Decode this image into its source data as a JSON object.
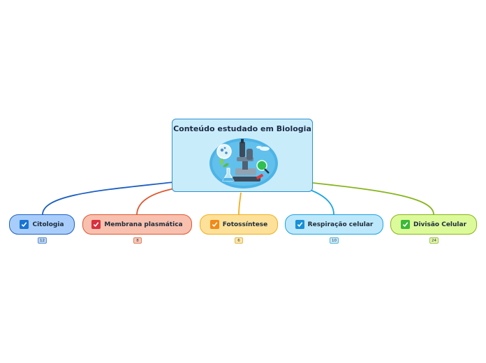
{
  "mindmap": {
    "root": {
      "title": "Conteúdo estudado em Biologia",
      "image": "microscope-illustration-icon"
    },
    "branches": [
      {
        "label": "Citologia",
        "count": "12",
        "icon": "check-box-icon",
        "fill": "#a9cdfb",
        "border": "#1c5fc2",
        "line": "#1c5fc2",
        "check": "#1874d2",
        "badge_fill": "#b9d7fa",
        "badge_border": "#5b8fd6"
      },
      {
        "label": "Membrana plasmática",
        "count": "8",
        "icon": "check-box-icon",
        "fill": "#f8c0ae",
        "border": "#e0552e",
        "line": "#e0552e",
        "check": "#d8303f",
        "badge_fill": "#f9c9ba",
        "badge_border": "#e0805f"
      },
      {
        "label": "Fotossíntese",
        "count": "6",
        "icon": "check-box-icon",
        "fill": "#fde19a",
        "border": "#f0ae1a",
        "line": "#f0ae1a",
        "check": "#f08a18",
        "badge_fill": "#fde6aa",
        "badge_border": "#e3b94d"
      },
      {
        "label": "Respiração celular",
        "count": "10",
        "icon": "check-box-icon",
        "fill": "#bde8fb",
        "border": "#1aa3e0",
        "line": "#1aa3e0",
        "check": "#1890d8",
        "badge_fill": "#c8ecfb",
        "badge_border": "#53b4df"
      },
      {
        "label": "Divisão Celular",
        "count": "24",
        "icon": "check-box-icon",
        "fill": "#dcfa9a",
        "border": "#86b51a",
        "line": "#86b51a",
        "check": "#3db838",
        "badge_fill": "#e2f8ad",
        "badge_border": "#9ec64a"
      }
    ]
  }
}
